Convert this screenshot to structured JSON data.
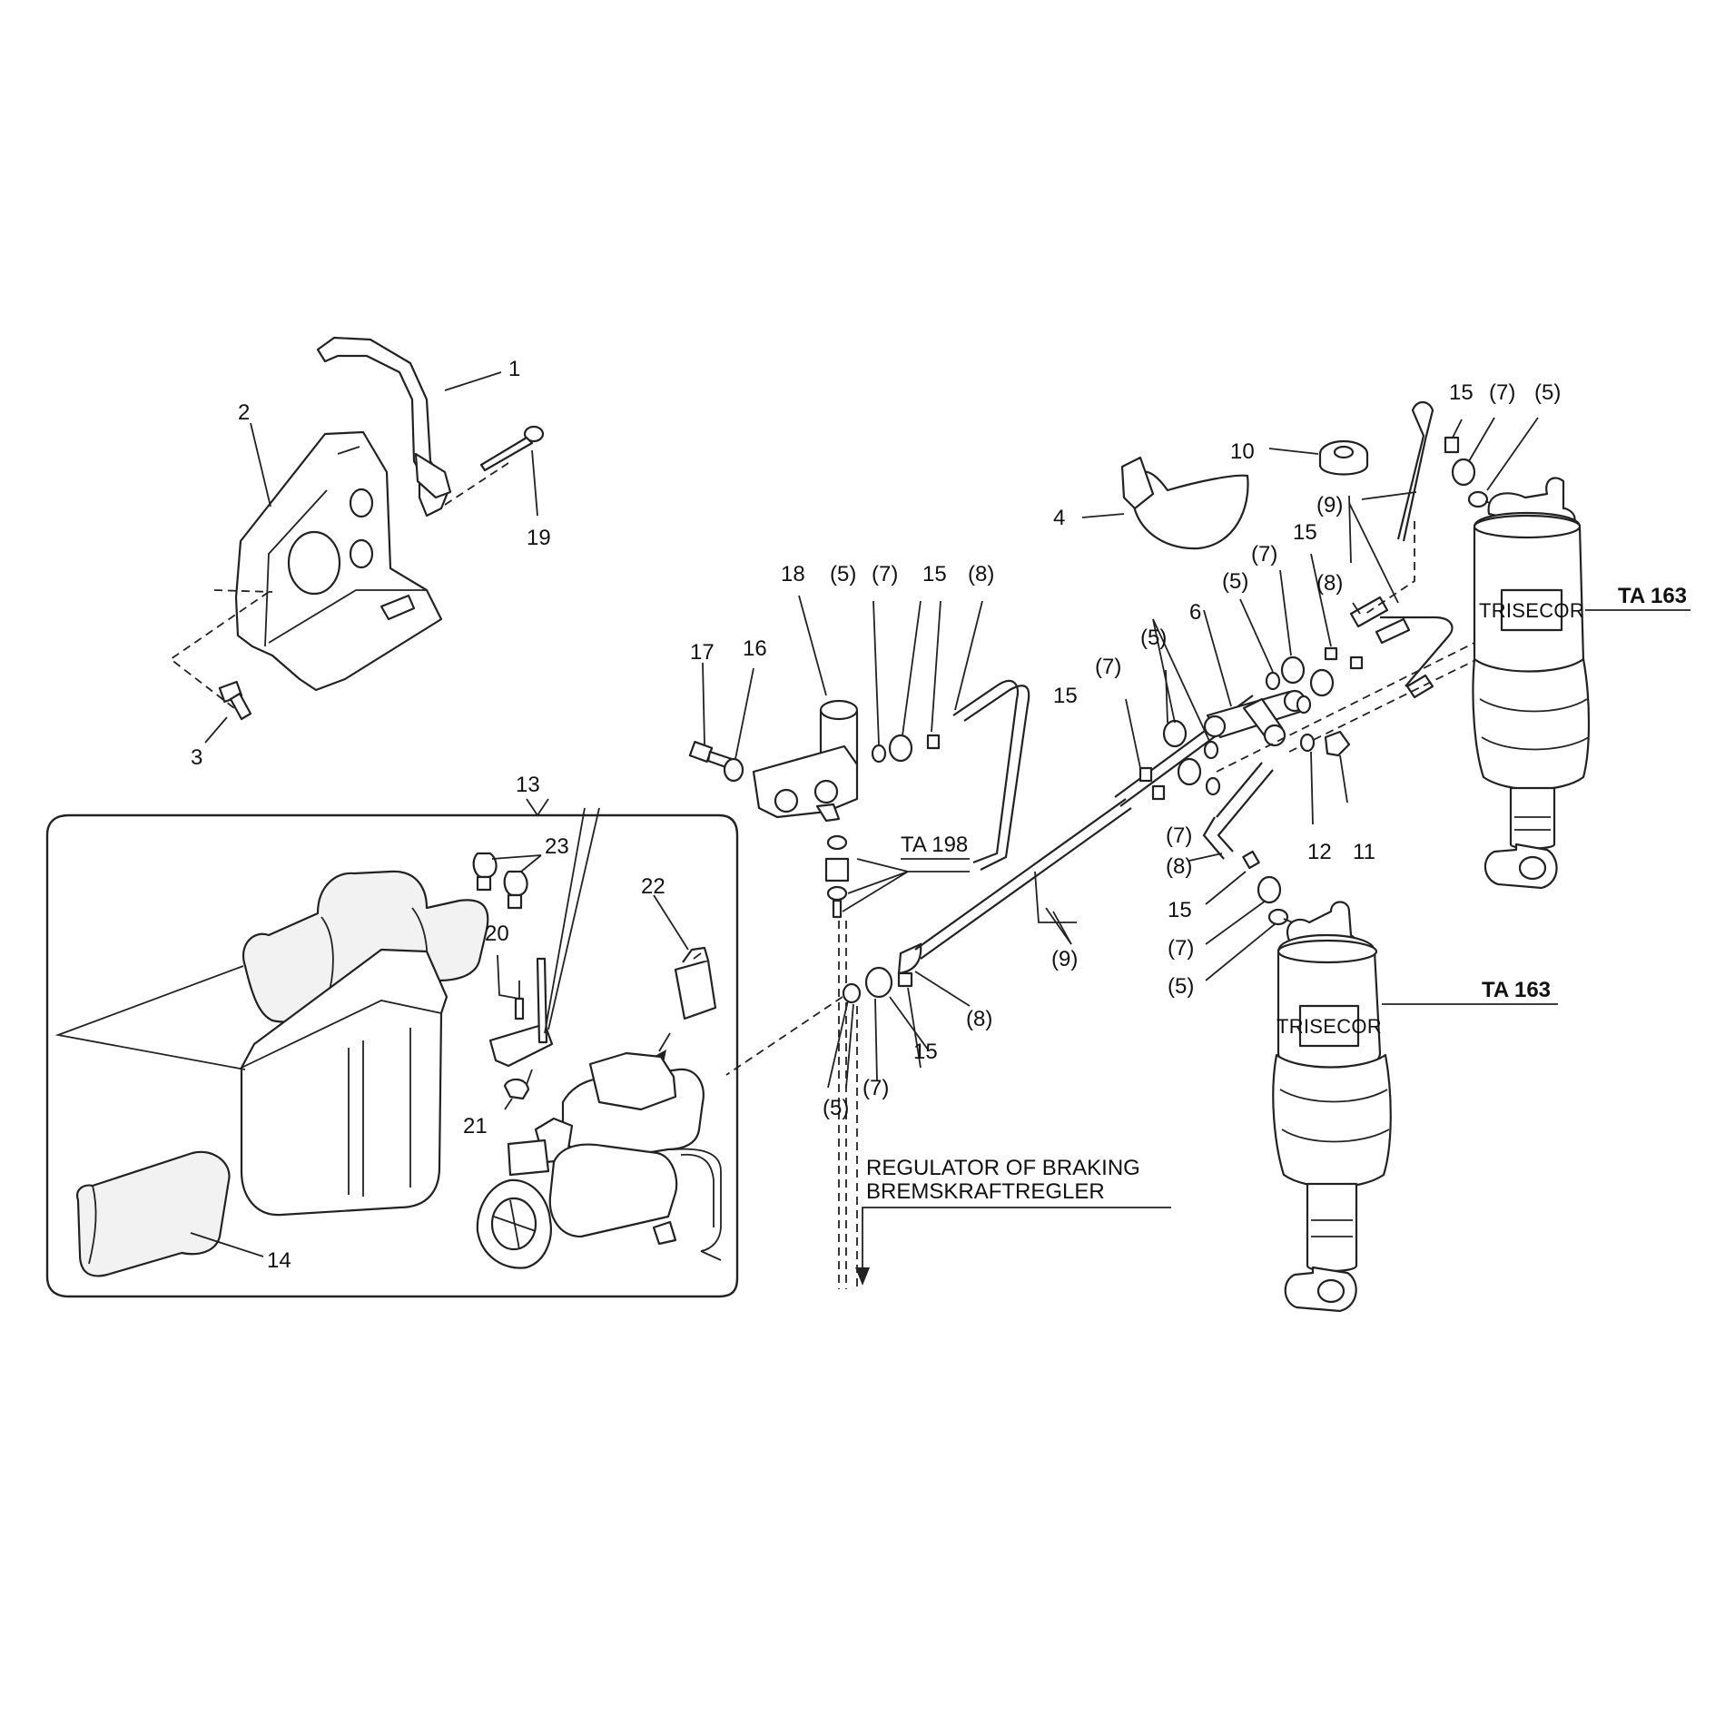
{
  "labels": {
    "p1": "1",
    "p2": "2",
    "p3": "3",
    "p4": "4",
    "p6": "6",
    "p10": "10",
    "p11": "11",
    "p12": "12",
    "p13": "13",
    "p14": "14",
    "p15a": "15",
    "p15b": "15",
    "p15c": "15",
    "p15d": "15",
    "p15e": "15",
    "p15f": "15",
    "p16": "16",
    "p17": "17",
    "p18": "18",
    "p19": "19",
    "p20": "20",
    "p21": "21",
    "p22": "22",
    "p23": "23",
    "r5a": "(5)",
    "r5b": "(5)",
    "r5c": "(5)",
    "r5d": "(5)",
    "r5e": "(5)",
    "r5f": "(5)",
    "r7a": "(7)",
    "r7b": "(7)",
    "r7c": "(7)",
    "r7d": "(7)",
    "r7e": "(7)",
    "r7f": "(7)",
    "r7g": "(7)",
    "r8a": "(8)",
    "r8b": "(8)",
    "r8c": "(8)",
    "r8d": "(8)",
    "r9a": "(9)",
    "r9b": "(9)"
  },
  "references": {
    "ta163_top": "TA 163",
    "ta163_bottom": "TA 163",
    "ta198": "TA 198",
    "regulator_en": "REGULATOR OF BRAKING",
    "regulator_de": "BREMSKRAFTREGLER",
    "shock_label_a": "TRISECOR",
    "shock_label_b": "TRISECOR"
  }
}
